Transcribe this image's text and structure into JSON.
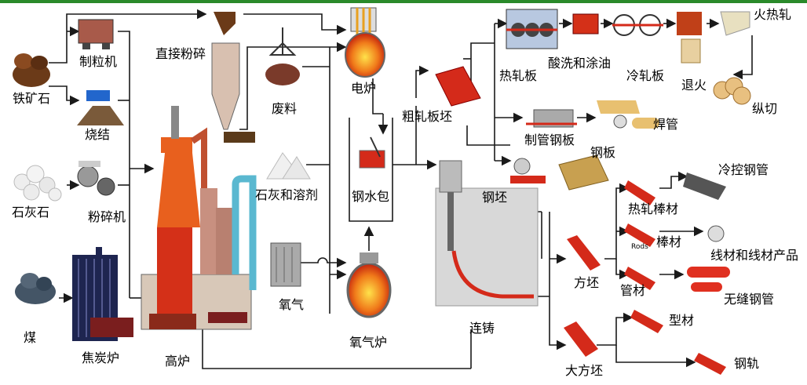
{
  "colors": {
    "line": "#1a1a1a",
    "accent": "#2a8a2a",
    "pipe": "#5ab8d0",
    "red": "#d42a1a",
    "furnace": "#e8601e"
  },
  "labels": {
    "iron_ore": "铁矿石",
    "pelletizer": "制粒机",
    "sinter": "烧结",
    "limestone": "石灰石",
    "crusher": "粉碎机",
    "coal": "煤",
    "coke_oven": "焦炭炉",
    "blast_furnace": "高炉",
    "direct_crush": "直接粉碎",
    "scrap": "废料",
    "electric_furnace": "电炉",
    "lime_flux": "石灰和溶剂",
    "oxygen": "氧气",
    "ladle": "钢水包",
    "oxygen_furnace": "氧气炉",
    "rough_slab": "粗轧板坯",
    "continuous_casting": "连铸",
    "billet_1": "钢坯",
    "hot_rolled_plate": "热轧板",
    "pickling_oiling": "酸洗和涂油",
    "cold_rolled_plate": "冷轧板",
    "annealing": "退火",
    "hot_rolled_top": "火热轧",
    "slitting": "纵切",
    "pipe_plate": "制管钢板",
    "welded_pipe": "焊管",
    "steel_plate": "钢板",
    "cold_drawn_pipe": "冷控钢管",
    "hot_rolled_bar": "热轧棒材",
    "bar": "棒材",
    "rods_mark": "Rods",
    "wire_products": "线材和线材产品",
    "square_billet": "方坯",
    "tube": "管材",
    "seamless_pipe": "无缝钢管",
    "section": "型材",
    "bloom": "大方坯",
    "rail": "钢轨"
  }
}
